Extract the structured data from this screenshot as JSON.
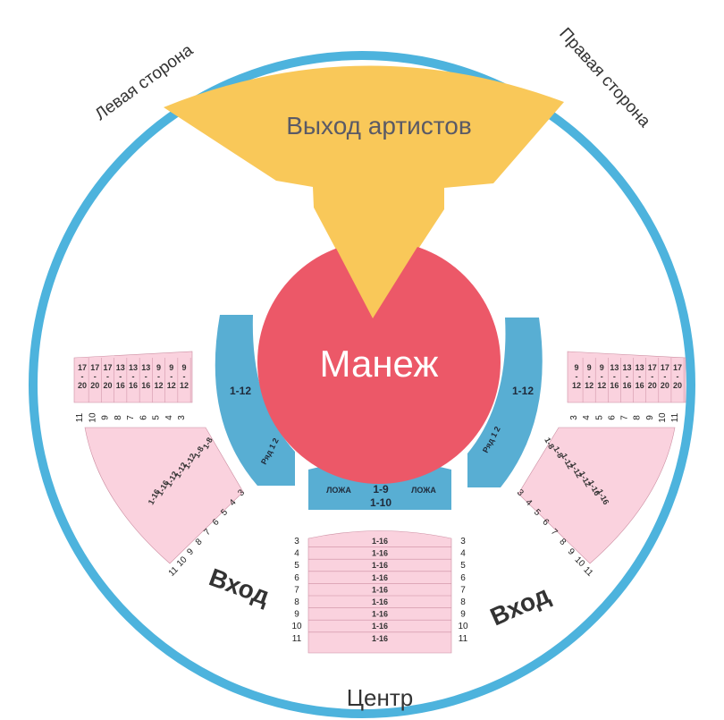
{
  "labels": {
    "left_side": "Левая сторона",
    "right_side": "Правая сторона",
    "artists_exit": "Выход артистов",
    "arena": "Манеж",
    "entrance_left": "Вход",
    "entrance_right": "Вход",
    "center": "Центр"
  },
  "boxes": {
    "left_range": "1-12",
    "right_range": "1-12",
    "left_row_label": "Ряд 1 2",
    "right_row_label": "Ряд 1 2",
    "center_box_left": "ЛОЖА",
    "center_box_right": "ЛОЖА",
    "center_rows_1": "1-9",
    "center_rows_2": "1-10"
  },
  "center_block": {
    "rows": [
      "3",
      "4",
      "5",
      "6",
      "7",
      "8",
      "9",
      "10",
      "11"
    ],
    "seats": [
      "1-16",
      "1-16",
      "1-16",
      "1-16",
      "1-16",
      "1-16",
      "1-16",
      "1-16",
      "1-16"
    ]
  },
  "upper_left_block": {
    "rows": [
      "11",
      "10",
      "9",
      "8",
      "7",
      "6",
      "5",
      "4",
      "3"
    ],
    "seats_top": [
      "17",
      "17",
      "17",
      "13",
      "13",
      "13",
      "9",
      "9",
      "9"
    ],
    "seats_bottom": [
      "20",
      "20",
      "20",
      "16",
      "16",
      "16",
      "12",
      "12",
      "12"
    ]
  },
  "upper_right_block": {
    "rows": [
      "3",
      "4",
      "5",
      "6",
      "7",
      "8",
      "9",
      "10",
      "11"
    ],
    "seats_top": [
      "9",
      "9",
      "9",
      "13",
      "13",
      "13",
      "17",
      "17",
      "17"
    ],
    "seats_bottom": [
      "12",
      "12",
      "12",
      "16",
      "16",
      "16",
      "20",
      "20",
      "20"
    ]
  },
  "lower_left_block": {
    "rows": [
      "3",
      "4",
      "5",
      "6",
      "7",
      "8",
      "9",
      "10",
      "11"
    ],
    "seats": [
      "1-8",
      "1-8",
      "1-12",
      "1-12",
      "1-12",
      "1-16",
      "1-16"
    ]
  },
  "lower_right_block": {
    "rows": [
      "3",
      "4",
      "5",
      "6",
      "7",
      "8",
      "9",
      "10",
      "11"
    ],
    "seats": [
      "1-8",
      "1-8",
      "1-12",
      "1-12",
      "1-12",
      "1-16",
      "1-16"
    ]
  },
  "colors": {
    "ring": "#4db3dd",
    "artists_exit": "#f9c859",
    "arena": "#ec5868",
    "boxes": "#58aed3",
    "seats": "#fad2de"
  }
}
